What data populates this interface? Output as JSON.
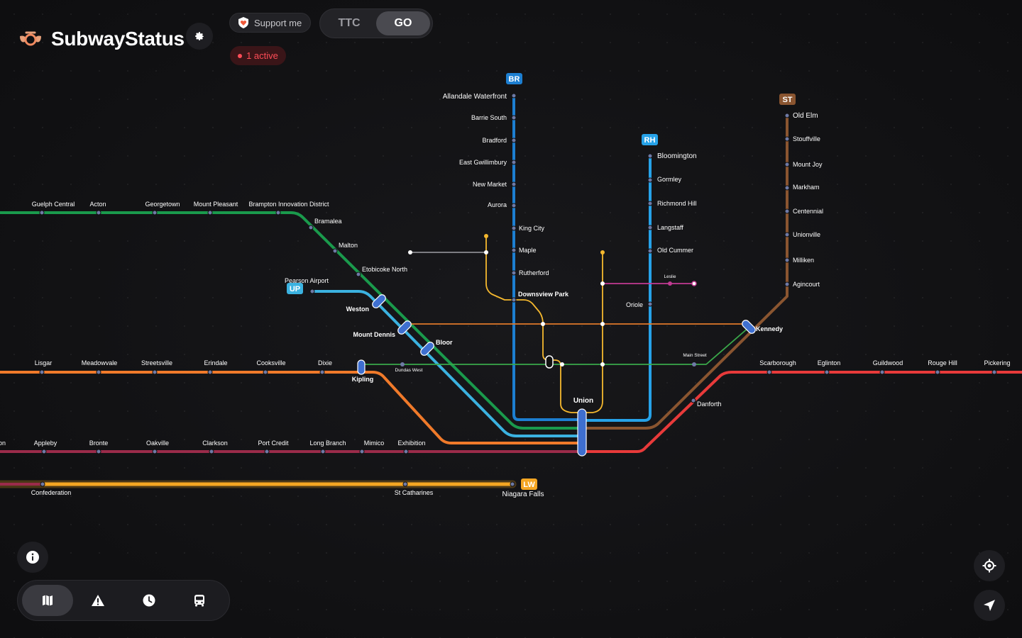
{
  "app": {
    "title": "SubwayStatus"
  },
  "header": {
    "support_label": "Support me",
    "active_label": "1 active",
    "network_options": [
      "TTC",
      "GO"
    ],
    "selected_network": "GO"
  },
  "colors": {
    "background": "#111113",
    "kitchener": "#1a9a4c",
    "up_express": "#3bb2e0",
    "lakeshore_west": "#9b2b4a",
    "milton": "#f07a2a",
    "barrie": "#1d7fd1",
    "richmond_hill": "#26a2e8",
    "stouffville": "#8a5530",
    "lakeshore_east": "#e83a3a",
    "niagara": "#f5a623",
    "active_red": "#ff4d57"
  },
  "lines": [
    {
      "id": "kitchener",
      "badge": "",
      "color": "#1a9a4c",
      "stations": [
        "Guelph Central",
        "Acton",
        "Georgetown",
        "Mount Pleasant",
        "Brampton Innovation District",
        "Bramalea",
        "Malton",
        "Etobicoke North",
        "Weston",
        "Mount Dennis",
        "Bloor"
      ]
    },
    {
      "id": "up_express",
      "badge": "UP",
      "color": "#3bb2e0",
      "stations": [
        "Pearson Airport",
        "Weston",
        "Mount Dennis",
        "Bloor",
        "Union"
      ]
    },
    {
      "id": "milton",
      "badge": "",
      "color": "#f07a2a",
      "stations": [
        "Lisgar",
        "Meadowvale",
        "Streetsville",
        "Erindale",
        "Cooksville",
        "Dixie",
        "Kipling"
      ]
    },
    {
      "id": "lakeshore_west",
      "badge": "",
      "color": "#9b2b4a",
      "stations": [
        "on",
        "Appleby",
        "Bronte",
        "Oakville",
        "Clarkson",
        "Port Credit",
        "Long Branch",
        "Mimico",
        "Exhibition"
      ]
    },
    {
      "id": "niagara",
      "badge": "LW",
      "color": "#f5a623",
      "stations": [
        "Confederation",
        "St Catharines",
        "Niagara Falls"
      ]
    },
    {
      "id": "barrie",
      "badge": "BR",
      "color": "#1d7fd1",
      "stations": [
        "Allandale Waterfront",
        "Barrie South",
        "Bradford",
        "East Gwillimbury",
        "New Market",
        "Aurora",
        "King City",
        "Maple",
        "Rutherford",
        "Downsview Park"
      ]
    },
    {
      "id": "richmond_hill",
      "badge": "RH",
      "color": "#26a2e8",
      "stations": [
        "Bloomington",
        "Gormley",
        "Richmond Hill",
        "Langstaff",
        "Old Cummer",
        "Oriole"
      ]
    },
    {
      "id": "stouffville",
      "badge": "ST",
      "color": "#8a5530",
      "stations": [
        "Old Elm",
        "Stouffville",
        "Mount Joy",
        "Markham",
        "Centennial",
        "Unionville",
        "Milliken",
        "Agincourt",
        "Kennedy"
      ]
    },
    {
      "id": "lakeshore_east",
      "badge": "",
      "color": "#e83a3a",
      "stations": [
        "Danforth",
        "Scarborough",
        "Eglinton",
        "Guildwood",
        "Rouge Hill",
        "Pickering"
      ]
    }
  ],
  "other_labels": {
    "union": "Union",
    "dundas_west": "Dundas West",
    "main_street": "Main Street",
    "leslie": "Leslie"
  },
  "nav": {
    "items": [
      "map",
      "alerts",
      "history",
      "vehicles"
    ],
    "selected": "map"
  }
}
